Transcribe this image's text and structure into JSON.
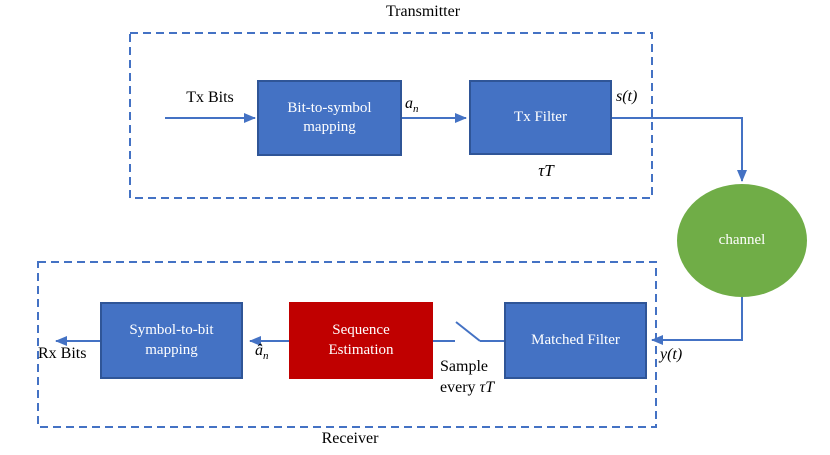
{
  "colors": {
    "box_blue": "#4472C4",
    "box_blue_border": "#2F5597",
    "box_red": "#C00000",
    "channel_green": "#70AD47",
    "wire_blue": "#4472C4"
  },
  "transmitter": {
    "label": "Transmitter",
    "input_label": "Tx Bits",
    "blocks": {
      "bit_to_symbol": {
        "line1": "Bit-to-symbol",
        "line2": "mapping"
      },
      "tx_filter": {
        "line1": "Tx Filter"
      }
    },
    "signals": {
      "a_base": "a",
      "a_sub": "n",
      "s_t": "s(t)",
      "tau_T": "τT"
    }
  },
  "channel": {
    "label": "channel"
  },
  "receiver": {
    "label": "Receiver",
    "output_label": "Rx Bits",
    "blocks": {
      "matched_filter": {
        "line1": "Matched Filter"
      },
      "sequence_estimation": {
        "line1": "Sequence",
        "line2": "Estimation"
      },
      "symbol_to_bit": {
        "line1": "Symbol-to-bit",
        "line2": "mapping"
      }
    },
    "signals": {
      "y_t": "y(t)",
      "a_hat_base": "â",
      "a_hat_sub": "n",
      "sample_line1": "Sample",
      "sample_word": "every ",
      "sample_tau": "τT"
    }
  }
}
